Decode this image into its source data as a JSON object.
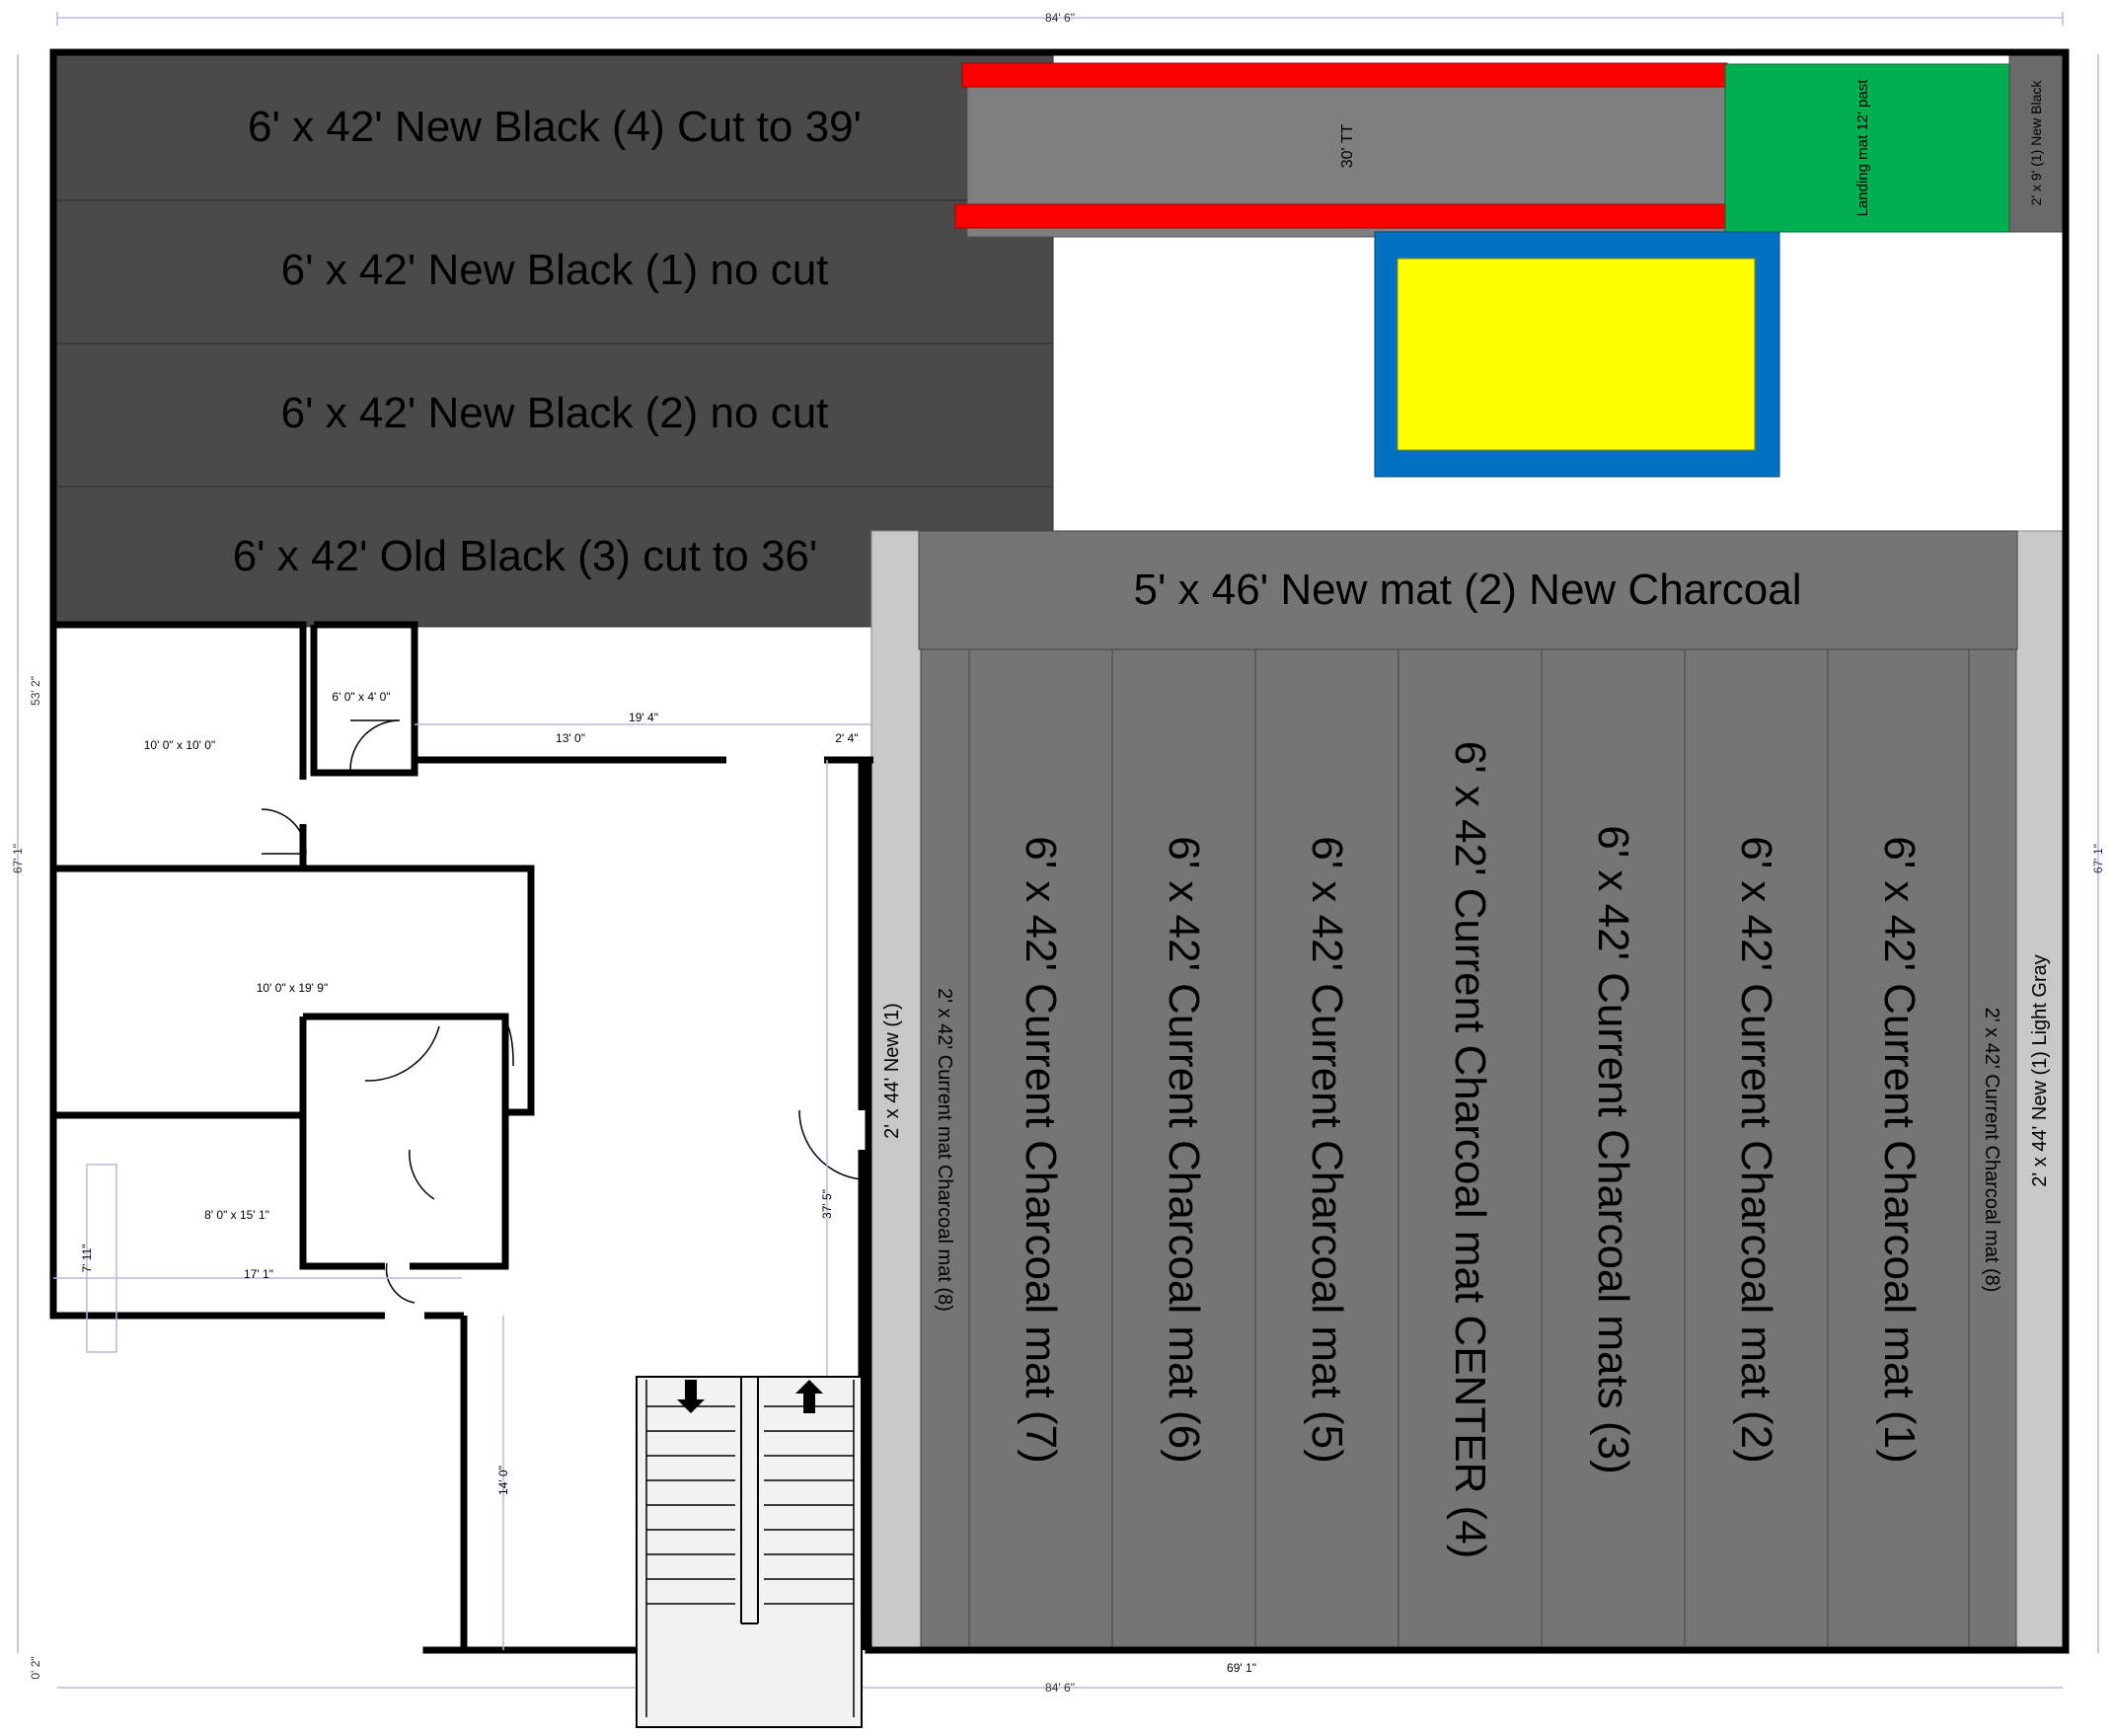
{
  "dimensions": {
    "top_width": "84' 6\"",
    "bottom_width": "84' 6\"",
    "left_height": "67' 1\"",
    "right_height": "67' 1\"",
    "left_upper": "53' 2\"",
    "left_bottom": "0' 2\"",
    "floor_bottom": "69' 1\""
  },
  "top_mats": [
    {
      "label": "6' x 42' New Black (4) Cut to 39'"
    },
    {
      "label": "6' x 42' New Black (1) no cut"
    },
    {
      "label": "6' x 42' New Black (2) no cut"
    },
    {
      "label": "6' x 42' Old Black (3) cut to 36'"
    }
  ],
  "tumble_track": {
    "label": "30' TT"
  },
  "landing_mat": {
    "label": "Landing mat 12' past"
  },
  "corner_black_mat": {
    "label": "2' x 9' (1) New Black"
  },
  "trampoline": {
    "outer_color": "#0070c0",
    "inner_color": "#ffff00"
  },
  "charcoal_header": {
    "label": "5' x 46' New mat (2) New Charcoal"
  },
  "side_mats": {
    "left_new": "2' x 44' New (1)",
    "left_current": "2' x 42' Current mat Charcoal mat (8)",
    "right_current": "2' x 42' Current Charcoal mat (8)",
    "right_new": "2' x 44' New (1) Light Gray"
  },
  "charcoal_mats": [
    {
      "label": "6' x 42' Current Charcoal mat (7)"
    },
    {
      "label": "6' x 42' Current Charcoal mat (6)"
    },
    {
      "label": "6' x 42' Current Charcoal mat (5)"
    },
    {
      "label": "6' x 42' Current Charcoal mat CENTER (4)"
    },
    {
      "label": "6' x 42' Current Charcoal mats (3)"
    },
    {
      "label": "6' x 42' Current Charcoal mat (2)"
    },
    {
      "label": "6' x 42' Current Charcoal mat (1)"
    }
  ],
  "rooms": {
    "office_a": "10' 0\" x 10' 0\"",
    "closet": "6' 0\" x 4' 0\"",
    "office_b": "10' 0\" x 19' 9\"",
    "office_c": "8' 0\" x 15' 1\""
  },
  "measurements": {
    "m_19_4": "19' 4\"",
    "m_13_0": "13' 0\"",
    "m_2_4": "2' 4\"",
    "m_37_5": "37' 5\"",
    "m_17_1": "17' 1\"",
    "m_7_11": "7' 11\"",
    "m_14_0": "14' 0\""
  },
  "colors": {
    "black_mat": "#4a4a4a",
    "charcoal_mat": "#757575",
    "light_gray_mat": "#c8c8c8",
    "rail_red": "#ff0000",
    "landing_green": "#00b050"
  }
}
